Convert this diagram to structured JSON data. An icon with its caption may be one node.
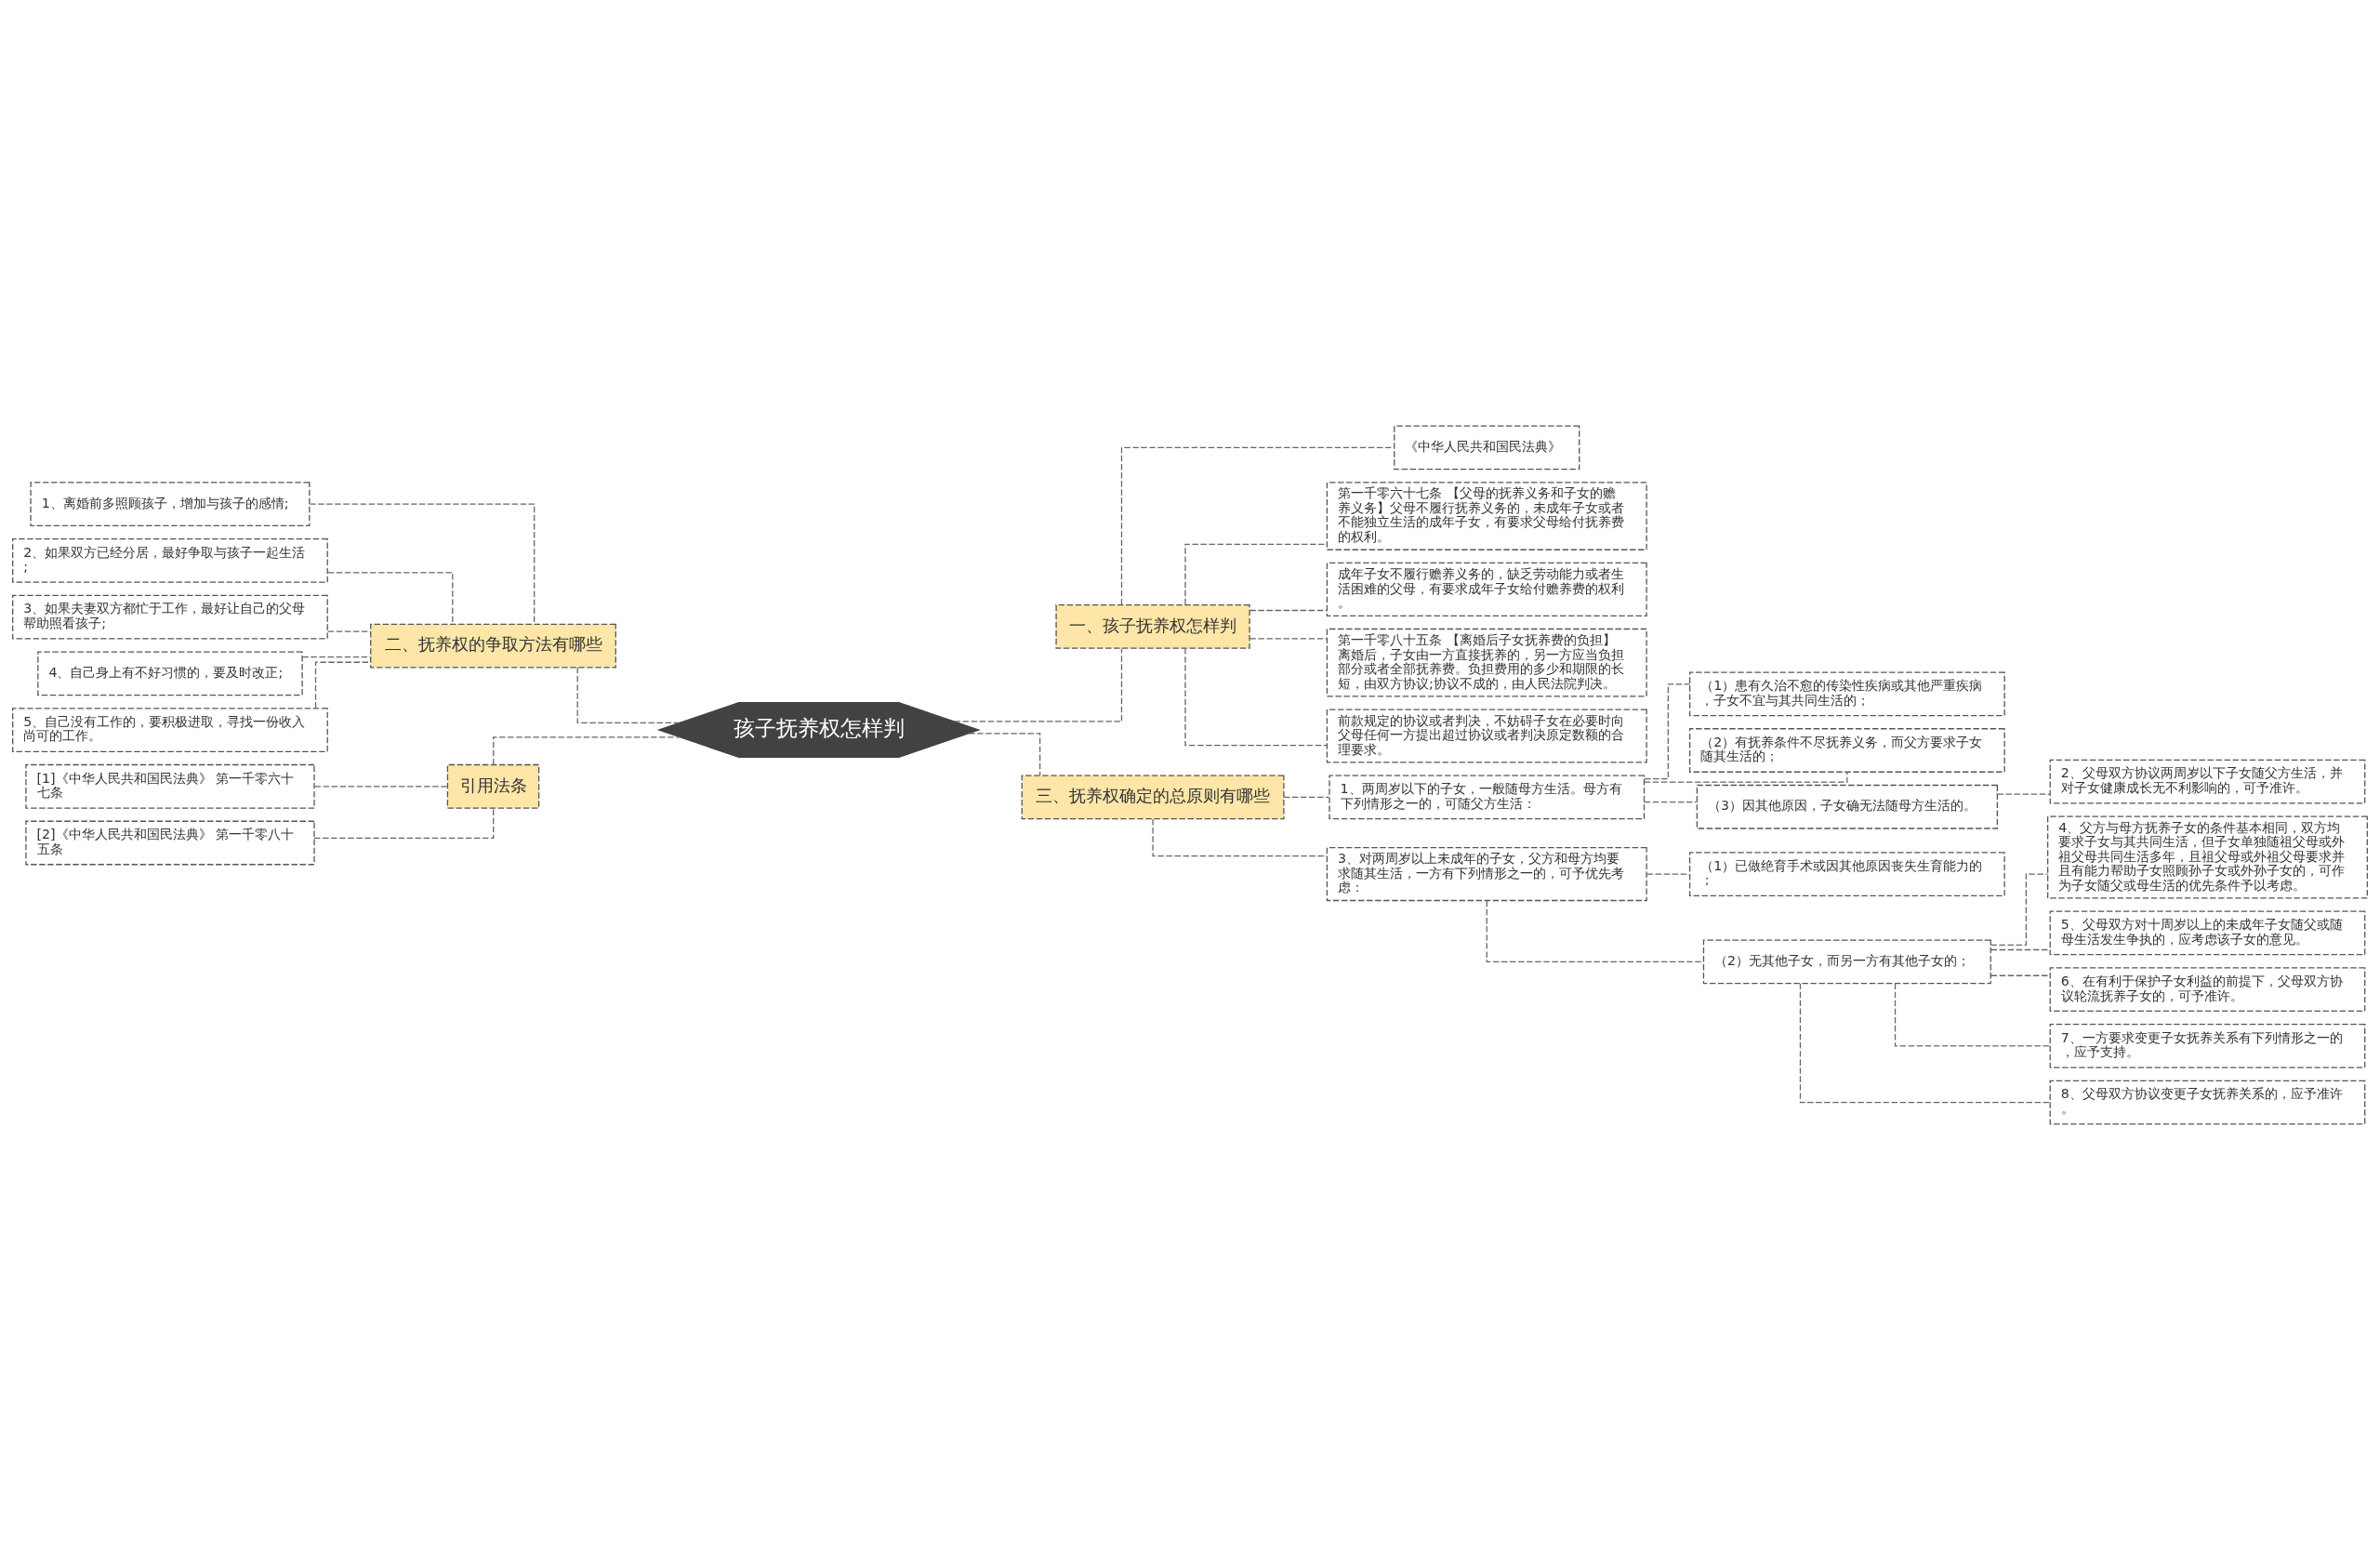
{
  "diagram": {
    "nodes": [
      {
        "text": [
          "孩子抚养权怎样判"
        ]
      },
      {
        "text": [
          "一、孩子抚养权怎样判"
        ]
      },
      {
        "text": [
          "《中华人民共和国民法典》"
        ]
      },
      {
        "text": [
          "第一千零六十七条 【父母的抚养义务和子女的赡养义务】父母不履行抚养义务的，未成年子女或者不能独立生活的成年子女，有要求父母给付抚养费的权利。"
        ]
      },
      {
        "text": [
          "成年子女不履行赡养义务的，缺乏劳动能力或者生活困难的父母，有要求成年子女给付赡养费的权利。"
        ]
      },
      {
        "text": [
          "第一千零八十五条 【离婚后子女抚养费的负担】离婚后，子女由一方直接抚养的，另一方应当负担部分或者全部抚养费。负担费用的多少和期限的长短，由双方协议;协议不成的，由人民法院判决。"
        ]
      },
      {
        "text": [
          "前款规定的协议或者判决，不妨碍子女在必要时向父母任何一方提出超过协议或者判决原定数额的合理要求。"
        ]
      },
      {
        "text": [
          "二、抚养权的争取方法有哪些"
        ]
      },
      {
        "text": [
          "1、离婚前多照顾孩子，增加与孩子的感情;"
        ]
      },
      {
        "text": [
          "2、如果双方已经分居，最好争取与孩子一起生活;"
        ]
      },
      {
        "text": [
          "3、如果夫妻双方都忙于工作，最好让自己的父母帮助照看孩子;"
        ]
      },
      {
        "text": [
          "4、自己身上有不好习惯的，要及时改正;"
        ]
      },
      {
        "text": [
          "5、自己没有工作的，要积极进取，寻找一份收入尚可的工作。"
        ]
      },
      {
        "text": [
          "引用法条"
        ]
      },
      {
        "text": [
          "[1]《中华人民共和国民法典》 第一千零六十七条"
        ]
      },
      {
        "text": [
          "[2]《中华人民共和国民法典》 第一千零八十五条"
        ]
      },
      {
        "text": [
          "三、抚养权确定的总原则有哪些"
        ]
      },
      {
        "text": [
          "1、两周岁以下的子女，一般随母方生活。母方有下列情形之一的，可随父方生活："
        ]
      },
      {
        "text": [
          "（1）患有久治不愈的传染性疾病或其他严重疾病，子女不宜与其共同生活的；"
        ]
      },
      {
        "text": [
          "（2）有抚养条件不尽抚养义务，而父方要求子女随其生活的；"
        ]
      },
      {
        "text": [
          "（3）因其他原因，子女确无法随母方生活的。"
        ]
      },
      {
        "text": [
          "2、父母双方协议两周岁以下子女随父方生活，并对子女健康成长无不利影响的，可予准许。"
        ]
      },
      {
        "text": [
          "3、对两周岁以上未成年的子女，父方和母方均要求随其生活，一方有下列情形之一的，可予优先考虑："
        ]
      },
      {
        "text": [
          "（1）已做绝育手术或因其他原因丧失生育能力的；"
        ]
      },
      {
        "text": [
          "（2）无其他子女，而另一方有其他子女的；"
        ]
      },
      {
        "text": [
          "4、父方与母方抚养子女的条件基本相同，双方均要求子女与其共同生活，但子女单独随祖父母或外祖父母共同生活多年，且祖父母或外祖父母要求并且有能力帮助子女照顾孙子女或外孙子女的，可作为子女随父或母生活的优先条件予以考虑。"
        ]
      },
      {
        "text": [
          "5、父母双方对十周岁以上的未成年子女随父或随母生活发生争执的，应考虑该子女的意见。"
        ]
      },
      {
        "text": [
          "6、在有利于保护子女利益的前提下，父母双方协议轮流抚养子女的，可予准许。"
        ]
      },
      {
        "text": [
          "7、一方要求变更子女抚养关系有下列情形之一的，应予支持。"
        ]
      },
      {
        "text": [
          "8、父母双方协议变更子女抚养关系的，应予准许。"
        ]
      }
    ],
    "edges": [
      {
        "from": 0,
        "to": 1,
        "arrow": "none"
      },
      {
        "from": 1,
        "to": 2,
        "arrow": "none"
      },
      {
        "from": 1,
        "to": 3,
        "arrow": "none"
      },
      {
        "from": 1,
        "to": 4,
        "arrow": "none"
      },
      {
        "from": 1,
        "to": 5,
        "arrow": "none"
      },
      {
        "from": 1,
        "to": 6,
        "arrow": "none"
      },
      {
        "from": 0,
        "to": 7,
        "arrow": "none"
      },
      {
        "from": 7,
        "to": 8,
        "arrow": "none"
      },
      {
        "from": 7,
        "to": 9,
        "arrow": "none"
      },
      {
        "from": 7,
        "to": 10,
        "arrow": "none"
      },
      {
        "from": 7,
        "to": 11,
        "arrow": "none"
      },
      {
        "from": 7,
        "to": 12,
        "arrow": "none"
      },
      {
        "from": 0,
        "to": 13,
        "arrow": "none"
      },
      {
        "from": 13,
        "to": 14,
        "arrow": "none"
      },
      {
        "from": 13,
        "to": 15,
        "arrow": "none"
      },
      {
        "from": 0,
        "to": 16,
        "arrow": "none"
      },
      {
        "from": 16,
        "to": 17,
        "arrow": "none"
      },
      {
        "from": 17,
        "to": 18,
        "arrow": "none"
      },
      {
        "from": 17,
        "to": 19,
        "arrow": "none"
      },
      {
        "from": 17,
        "to": 20,
        "arrow": "none"
      },
      {
        "from": 20,
        "to": 21,
        "arrow": "none"
      },
      {
        "from": 16,
        "to": 22,
        "arrow": "none"
      },
      {
        "from": 22,
        "to": 23,
        "arrow": "none"
      },
      {
        "from": 22,
        "to": 24,
        "arrow": "none"
      },
      {
        "from": 24,
        "to": 25,
        "arrow": "none"
      },
      {
        "from": 24,
        "to": 26,
        "arrow": "none"
      },
      {
        "from": 24,
        "to": 27,
        "arrow": "none"
      },
      {
        "from": 24,
        "to": 28,
        "arrow": "none"
      },
      {
        "from": 24,
        "to": 29,
        "arrow": "none"
      }
    ]
  }
}
